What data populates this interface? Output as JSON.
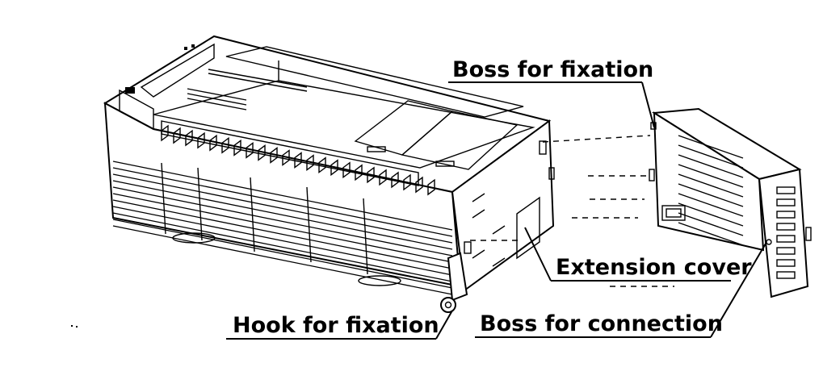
{
  "labels": {
    "boss_fixation": "Boss for fixation",
    "extension_cover": "Extension cover",
    "hook_fixation": "Hook for fixation",
    "boss_connection": "Boss for connection"
  },
  "colors": {
    "line": "#000000",
    "background": "#ffffff"
  }
}
